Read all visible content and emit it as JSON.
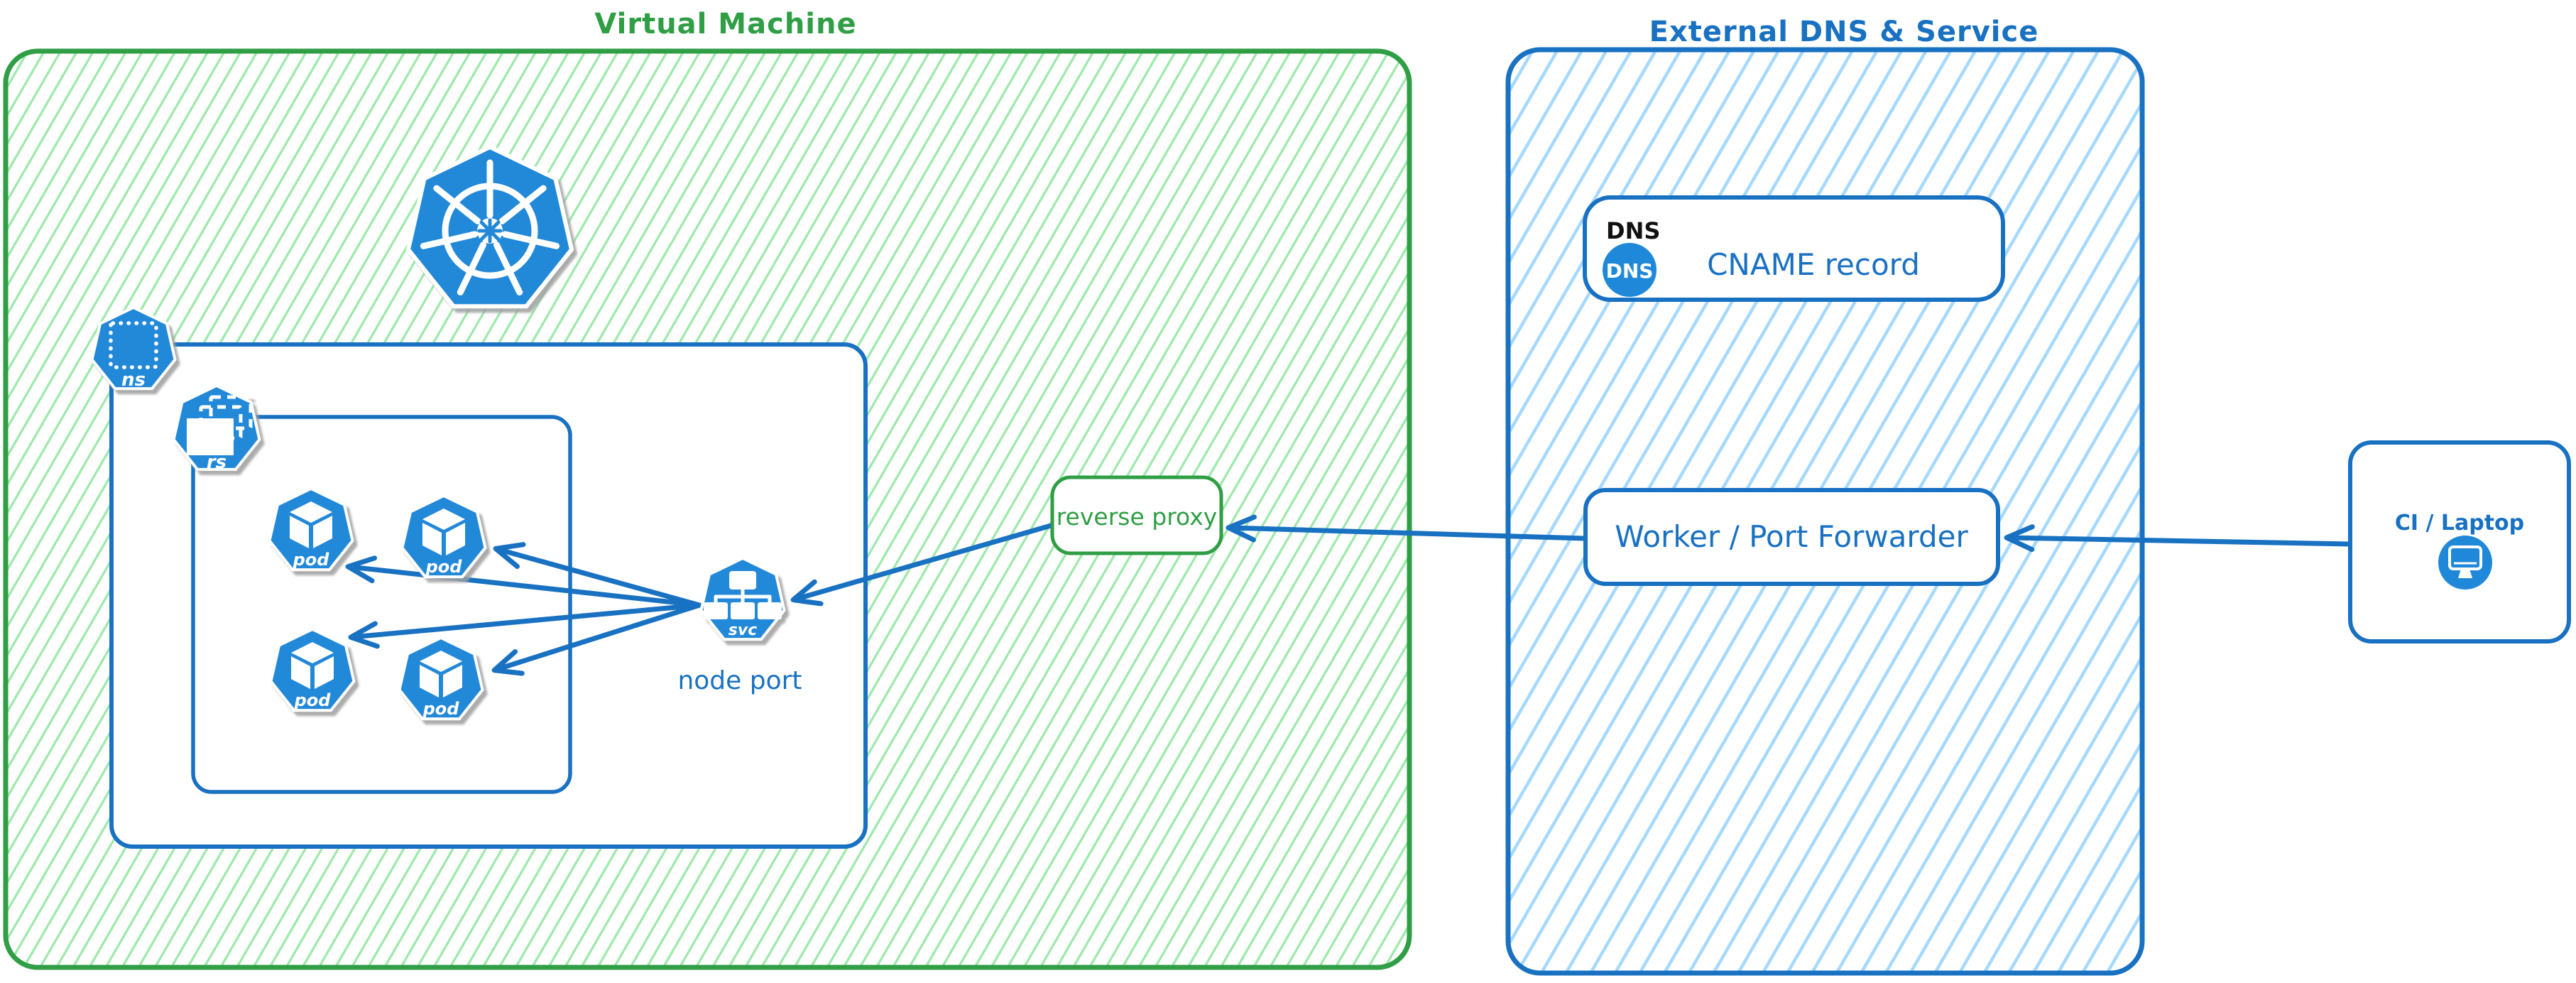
{
  "vm": {
    "title": "Virtual Machine"
  },
  "cluster": {
    "namespace_icon_label": "ns",
    "replicaset_icon_label": "rs",
    "pod_icon_label": "pod",
    "service_icon_label": "svc",
    "service_caption": "node port"
  },
  "reverse_proxy": {
    "label": "reverse proxy"
  },
  "external": {
    "title": "External DNS & Service",
    "dns_card": {
      "tag": "DNS",
      "icon_label": "DNS",
      "record_label": "CNAME record"
    },
    "worker_card": {
      "label": "Worker / Port Forwarder"
    }
  },
  "ci": {
    "label": "CI / Laptop"
  },
  "colors": {
    "green_stroke": "#2f9e44",
    "green_hatch": "#9ce8aa",
    "blue_stroke": "#1971c2",
    "blue_hatch": "#a5d8ff",
    "icon_blue": "#2088d8",
    "arrow_blue": "#1971c2",
    "dns_tag_black": "#111111"
  }
}
